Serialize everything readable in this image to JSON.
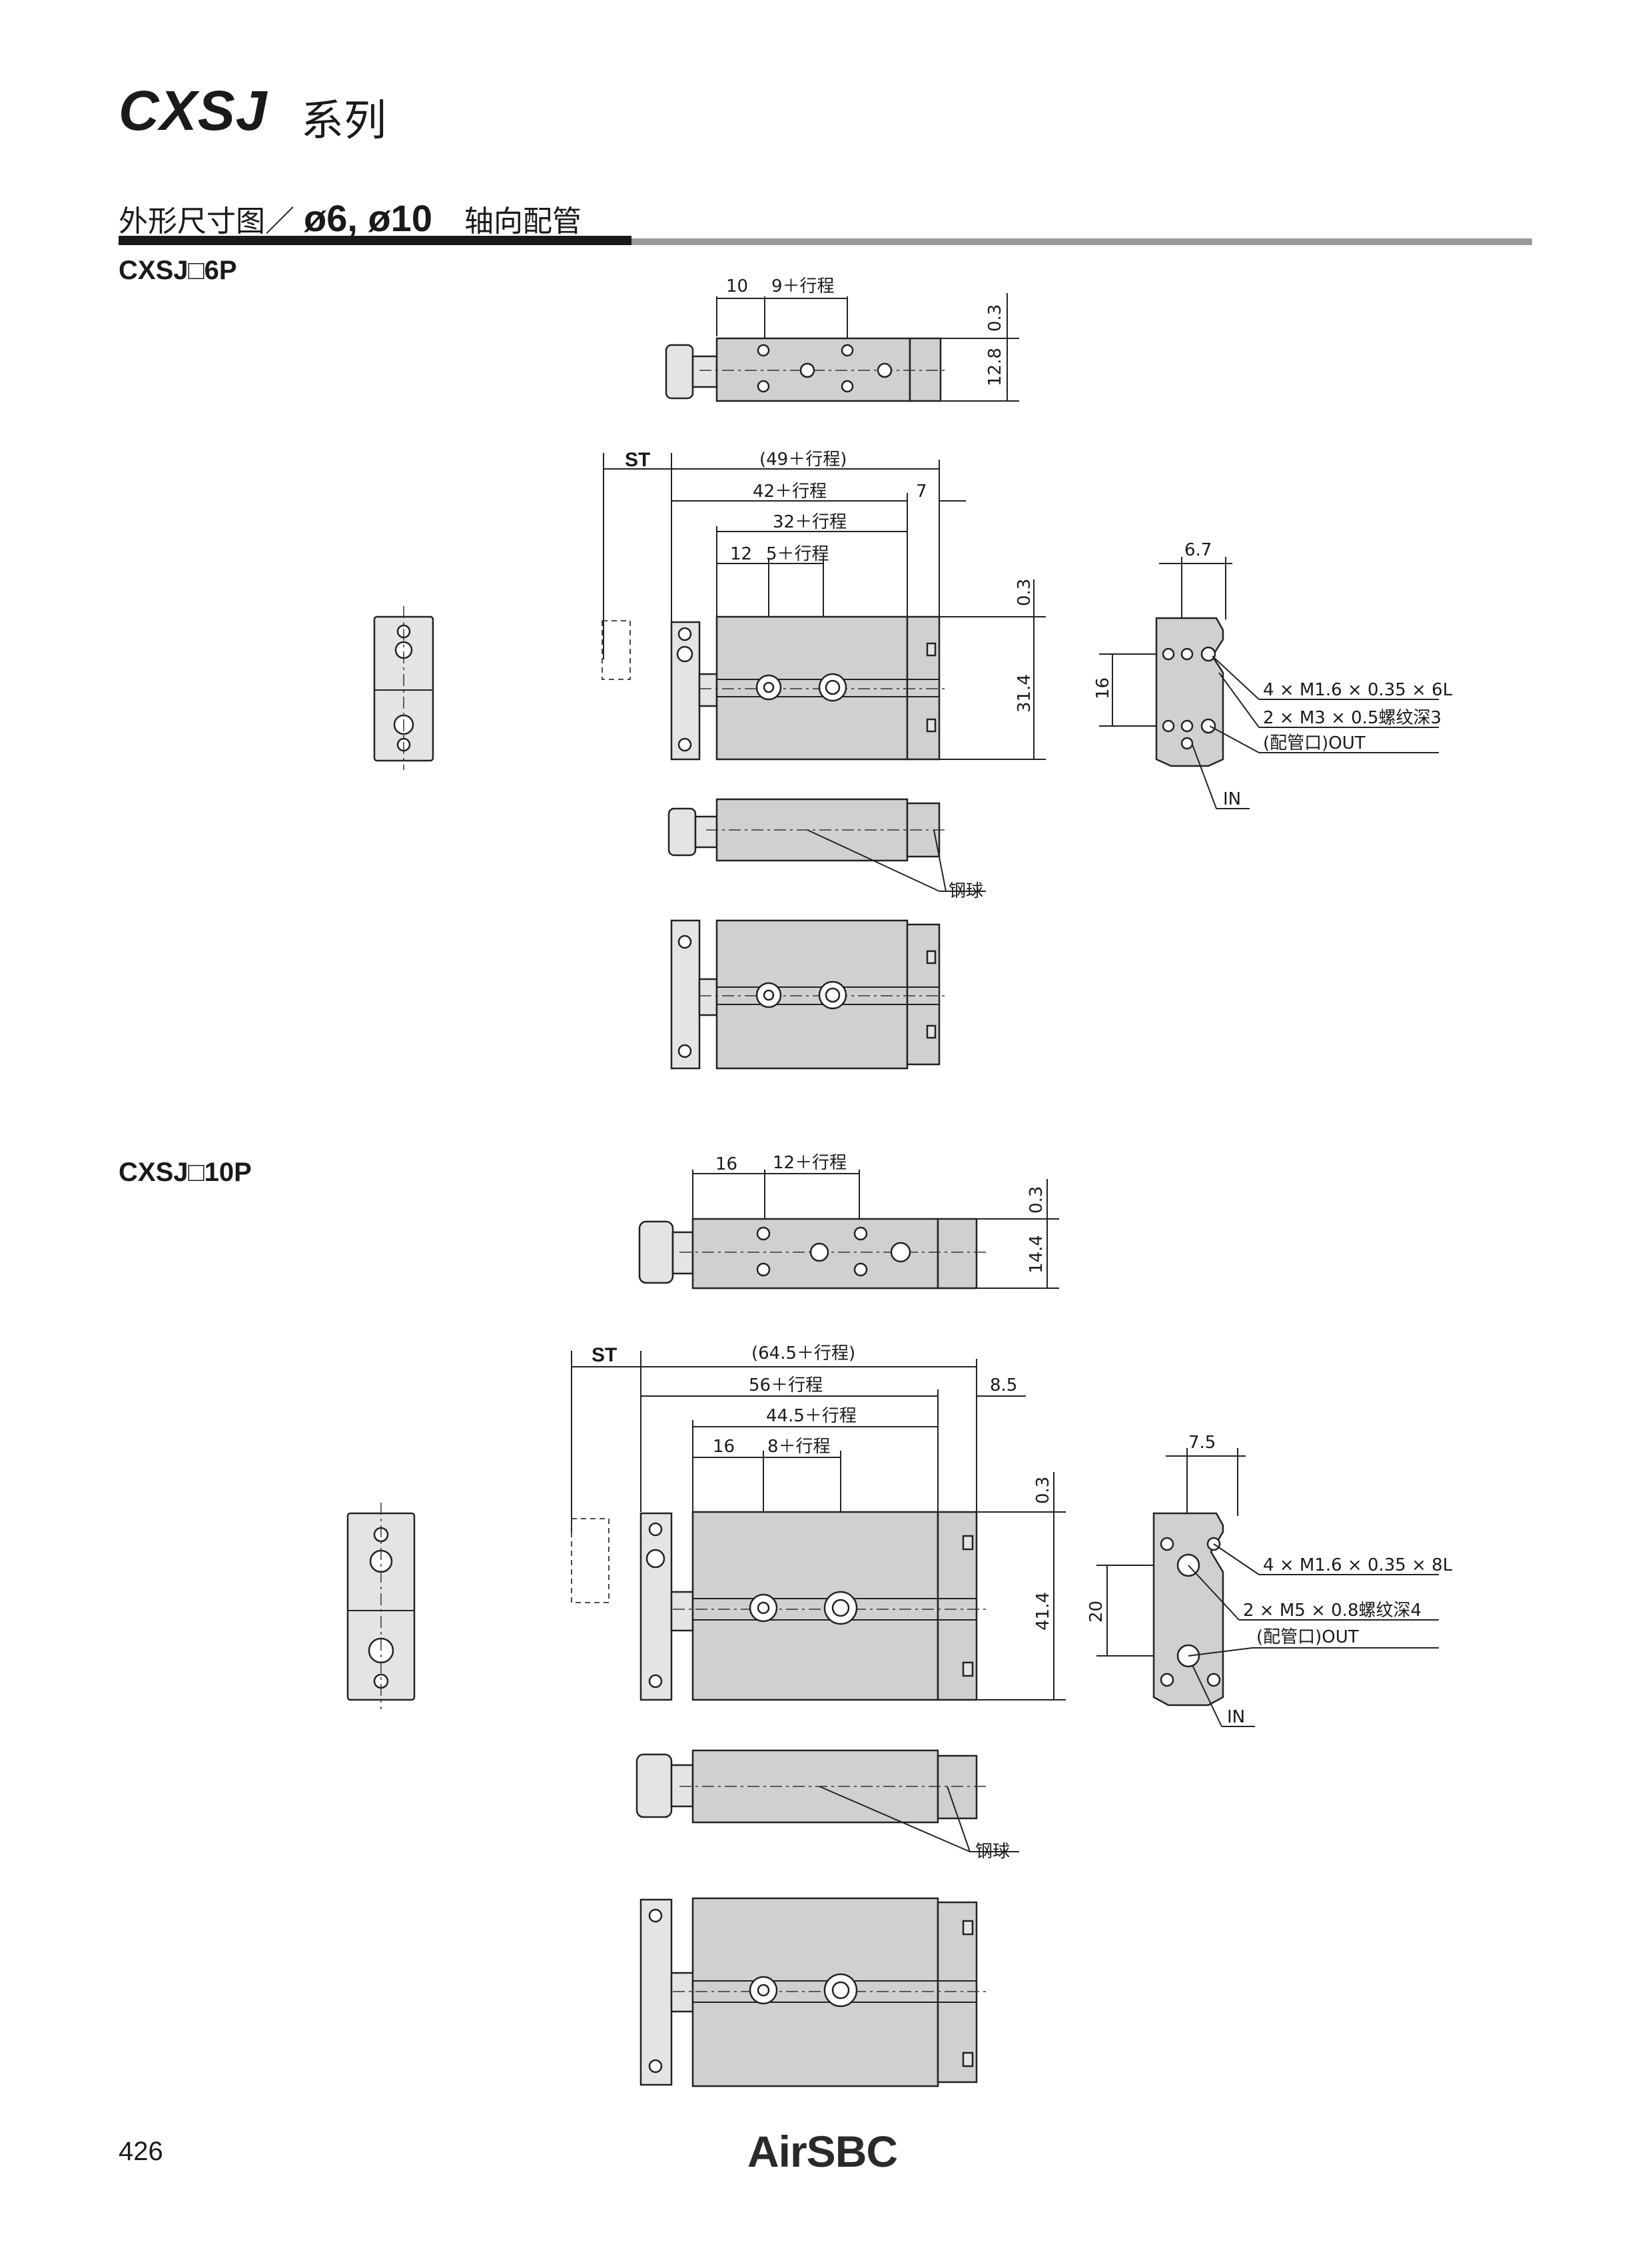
{
  "header": {
    "series": "CXSJ",
    "series_suffix": "系列",
    "section_a": "外形尺寸图／",
    "section_b": "ø6, ø10",
    "section_c": "轴向配管"
  },
  "models": {
    "m6": {
      "label": "CXSJ□6P",
      "top_dims": [
        "10",
        "9＋行程",
        "0.3",
        "12.8"
      ],
      "front_dims": {
        "st": "ST",
        "overall": "(49＋行程)",
        "a": "42＋行程",
        "b": "7",
        "c": "32＋行程",
        "d": "12",
        "e": "5＋行程",
        "gap": "0.3",
        "height": "31.4"
      },
      "side_dims": [
        "6.7",
        "16"
      ],
      "side_notes": [
        "4 × M1.6 × 0.35 × 6L",
        "2 × M3 × 0.5螺纹深3",
        "(配管口)OUT",
        "IN"
      ],
      "ball_label": "钢球"
    },
    "m10": {
      "label": "CXSJ□10P",
      "top_dims": [
        "16",
        "12＋行程",
        "0.3",
        "14.4"
      ],
      "front_dims": {
        "st": "ST",
        "overall": "(64.5＋行程)",
        "a": "56＋行程",
        "b": "8.5",
        "c": "44.5＋行程",
        "d": "16",
        "e": "8＋行程",
        "gap": "0.3",
        "height": "41.4"
      },
      "side_dims": [
        "7.5",
        "20"
      ],
      "side_notes": [
        "4 × M1.6 × 0.35 × 8L",
        "2 × M5 × 0.8螺纹深4",
        "(配管口)OUT",
        "IN"
      ],
      "ball_label": "钢球"
    }
  },
  "footer": {
    "page_number": "426",
    "brand": "AirSBC"
  }
}
